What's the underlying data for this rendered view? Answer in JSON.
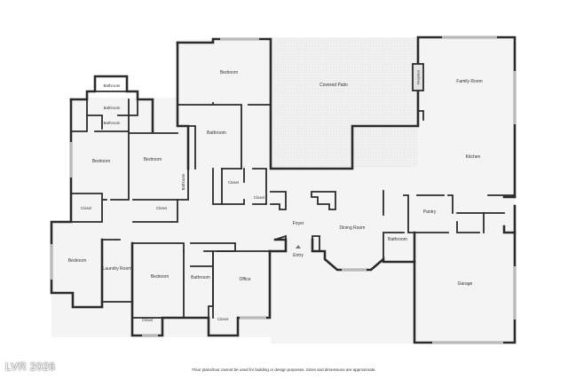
{
  "plan": {
    "rooms": {
      "family_room": "Family Room",
      "covered_patio": "Covered Patio",
      "fireplace": "Fireplace",
      "kitchen": "Kitchen",
      "pantry": "Pantry",
      "garage": "Garage",
      "dining_room": "Dining Room",
      "foyer": "Foyer",
      "entry": "Entry",
      "bathroom_center": "Bathroom",
      "bathroom_east": "Bathroom",
      "bathroom_mid": "Bathroom",
      "bathroom_south": "Bathroom",
      "bathroom_nw_top": "Bathroom",
      "bathroom_nw_1": "Bathroom",
      "bathroom_nw_2": "Bathroom",
      "bedroom_north": "Bedroom",
      "bedroom_west": "Bedroom",
      "bedroom_west2": "Bedroom",
      "bedroom_southwest": "Bedroom",
      "bedroom_south": "Bedroom",
      "laundry_room": "Laundry Room",
      "office": "Office",
      "closet_1": "Closet",
      "closet_2": "Closet",
      "closet_3": "Closet",
      "closet_4": "Closet",
      "closet_5": "Closet",
      "closet_6": "Closet"
    },
    "disclaimer": "Floor plans/tour cannot be used for building or design purposes. Sizes and dimensions are approximate.",
    "watermark": "LVR 2026"
  }
}
